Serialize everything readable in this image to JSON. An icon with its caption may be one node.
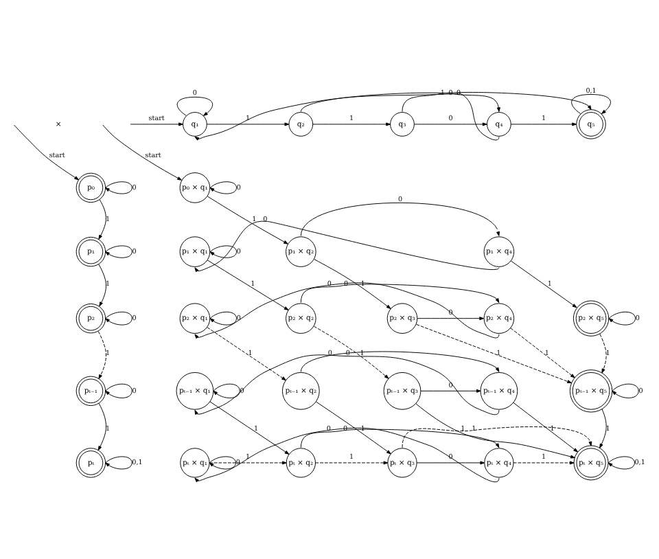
{
  "diagram": {
    "nodes": [
      {
        "text": [
          "q₁"
        ]
      },
      {
        "text": [
          "q₂"
        ]
      },
      {
        "text": [
          "q₃"
        ]
      },
      {
        "text": [
          "q₄"
        ]
      },
      {
        "text": [
          "q₅"
        ]
      },
      {
        "text": [
          "p₀"
        ]
      },
      {
        "text": [
          "p₁"
        ]
      },
      {
        "text": [
          "p₂"
        ]
      },
      {
        "text": [
          "pₜ₋₁"
        ]
      },
      {
        "text": [
          "pₜ"
        ]
      },
      {
        "text": [
          "p₀ × q₁"
        ]
      },
      {
        "text": [
          "p₁ × q₁"
        ]
      },
      {
        "text": [
          "p₁ × q₂"
        ]
      },
      {
        "text": [
          "p₁ × q₄"
        ]
      },
      {
        "text": [
          "p₂ × q₁"
        ]
      },
      {
        "text": [
          "p₂ × q₂"
        ]
      },
      {
        "text": [
          "p₂ × q₃"
        ]
      },
      {
        "text": [
          "p₂ × q₄"
        ]
      },
      {
        "text": [
          "p₂ × q₅"
        ]
      },
      {
        "text": [
          "pₜ₋₁ × q₁"
        ]
      },
      {
        "text": [
          "pₜ₋₁ × q₂"
        ]
      },
      {
        "text": [
          "pₜ₋₁ × q₃"
        ]
      },
      {
        "text": [
          "pₜ₋₁ × q₄"
        ]
      },
      {
        "text": [
          "pₜ₋₁ × q₅"
        ]
      },
      {
        "text": [
          "pₜ × q₁"
        ]
      },
      {
        "text": [
          "pₜ × q₂"
        ]
      },
      {
        "text": [
          "pₜ × q₃"
        ]
      },
      {
        "text": [
          "pₜ × q₄"
        ]
      },
      {
        "text": [
          "pₜ × q₅"
        ]
      }
    ],
    "edges": [
      {
        "from": null,
        "to": 0,
        "arrow": "to",
        "label": "start"
      },
      {
        "from": 0,
        "to": 0,
        "arrow": "to",
        "label": "0"
      },
      {
        "from": 0,
        "to": 1,
        "arrow": "to",
        "label": "1"
      },
      {
        "from": 1,
        "to": 2,
        "arrow": "to",
        "label": "1"
      },
      {
        "from": 1,
        "to": 3,
        "arrow": "to",
        "label": "0"
      },
      {
        "from": 2,
        "to": 4,
        "arrow": "to",
        "label": "1"
      },
      {
        "from": 2,
        "to": 3,
        "arrow": "to",
        "label": "0"
      },
      {
        "from": 3,
        "to": 4,
        "arrow": "to",
        "label": "1"
      },
      {
        "from": 3,
        "to": 0,
        "arrow": "to",
        "label": "0"
      },
      {
        "from": 4,
        "to": 4,
        "arrow": "to",
        "label": "0,1"
      },
      {
        "from": null,
        "to": 5,
        "arrow": "to",
        "label": "start"
      },
      {
        "from": 5,
        "to": 5,
        "arrow": "to",
        "label": "0"
      },
      {
        "from": 5,
        "to": 6,
        "arrow": "to",
        "label": "1"
      },
      {
        "from": 6,
        "to": 6,
        "arrow": "to",
        "label": "0"
      },
      {
        "from": 6,
        "to": 7,
        "arrow": "to",
        "label": "1"
      },
      {
        "from": 7,
        "to": 7,
        "arrow": "to",
        "label": "0"
      },
      {
        "from": 7,
        "to": 8,
        "arrow": "to",
        "label": "1",
        "style": "dashed"
      },
      {
        "from": 8,
        "to": 8,
        "arrow": "to",
        "label": "0"
      },
      {
        "from": 8,
        "to": 9,
        "arrow": "to",
        "label": "1"
      },
      {
        "from": 9,
        "to": 9,
        "arrow": "to",
        "label": "0,1"
      },
      {
        "from": null,
        "to": 10,
        "arrow": "to",
        "label": "start"
      },
      {
        "from": 10,
        "to": 10,
        "arrow": "to",
        "label": "0"
      },
      {
        "from": 10,
        "to": 12,
        "arrow": "to",
        "label": "1"
      },
      {
        "from": 11,
        "to": 11,
        "arrow": "to",
        "label": "0"
      },
      {
        "from": 12,
        "to": 13,
        "arrow": "to",
        "label": "0"
      },
      {
        "from": 13,
        "to": 11,
        "arrow": "to",
        "label": "0"
      },
      {
        "from": 11,
        "to": 15,
        "arrow": "to",
        "label": "1"
      },
      {
        "from": 12,
        "to": 16,
        "arrow": "to",
        "label": "1"
      },
      {
        "from": 13,
        "to": 18,
        "arrow": "to",
        "label": "1"
      },
      {
        "from": 14,
        "to": 14,
        "arrow": "to",
        "label": "0"
      },
      {
        "from": 15,
        "to": 17,
        "arrow": "to",
        "label": "0"
      },
      {
        "from": 16,
        "to": 17,
        "arrow": "to",
        "label": "0"
      },
      {
        "from": 17,
        "to": 14,
        "arrow": "to",
        "label": "0"
      },
      {
        "from": 18,
        "to": 18,
        "arrow": "to",
        "label": "0"
      },
      {
        "from": 14,
        "to": 20,
        "arrow": "to",
        "label": "1",
        "style": "dashed"
      },
      {
        "from": 15,
        "to": 21,
        "arrow": "to",
        "label": "1",
        "style": "dashed"
      },
      {
        "from": 16,
        "to": 23,
        "arrow": "to",
        "label": "1",
        "style": "dashed"
      },
      {
        "from": 17,
        "to": 23,
        "arrow": "to",
        "label": "1",
        "style": "dashed"
      },
      {
        "from": 18,
        "to": 23,
        "arrow": "to",
        "label": "1",
        "style": "dashed"
      },
      {
        "from": 19,
        "to": 19,
        "arrow": "to",
        "label": "0"
      },
      {
        "from": 20,
        "to": 22,
        "arrow": "to",
        "label": "0"
      },
      {
        "from": 21,
        "to": 22,
        "arrow": "to",
        "label": "0"
      },
      {
        "from": 22,
        "to": 19,
        "arrow": "to",
        "label": "0"
      },
      {
        "from": 23,
        "to": 23,
        "arrow": "to",
        "label": "0"
      },
      {
        "from": 19,
        "to": 25,
        "arrow": "to",
        "label": "1"
      },
      {
        "from": 20,
        "to": 26,
        "arrow": "to",
        "label": "1"
      },
      {
        "from": 21,
        "to": 28,
        "arrow": "to",
        "label": "1"
      },
      {
        "from": 22,
        "to": 28,
        "arrow": "to",
        "label": "1"
      },
      {
        "from": 23,
        "to": 28,
        "arrow": "to",
        "label": "1"
      },
      {
        "from": 24,
        "to": 24,
        "arrow": "to",
        "label": "0"
      },
      {
        "from": 24,
        "to": 25,
        "arrow": "to",
        "label": "1",
        "style": "dashed"
      },
      {
        "from": 25,
        "to": 27,
        "arrow": "to",
        "label": "0"
      },
      {
        "from": 25,
        "to": 26,
        "arrow": "to",
        "label": "1",
        "style": "dashed"
      },
      {
        "from": 26,
        "to": 27,
        "arrow": "to",
        "label": "0"
      },
      {
        "from": 27,
        "to": 24,
        "arrow": "to",
        "label": "0"
      },
      {
        "from": 27,
        "to": 28,
        "arrow": "to",
        "label": "1",
        "style": "dashed"
      },
      {
        "from": 26,
        "to": 28,
        "arrow": "to",
        "label": "1",
        "style": "dashed"
      },
      {
        "from": 28,
        "to": 28,
        "arrow": "to",
        "label": "0,1"
      }
    ],
    "labels": [
      "×"
    ]
  }
}
